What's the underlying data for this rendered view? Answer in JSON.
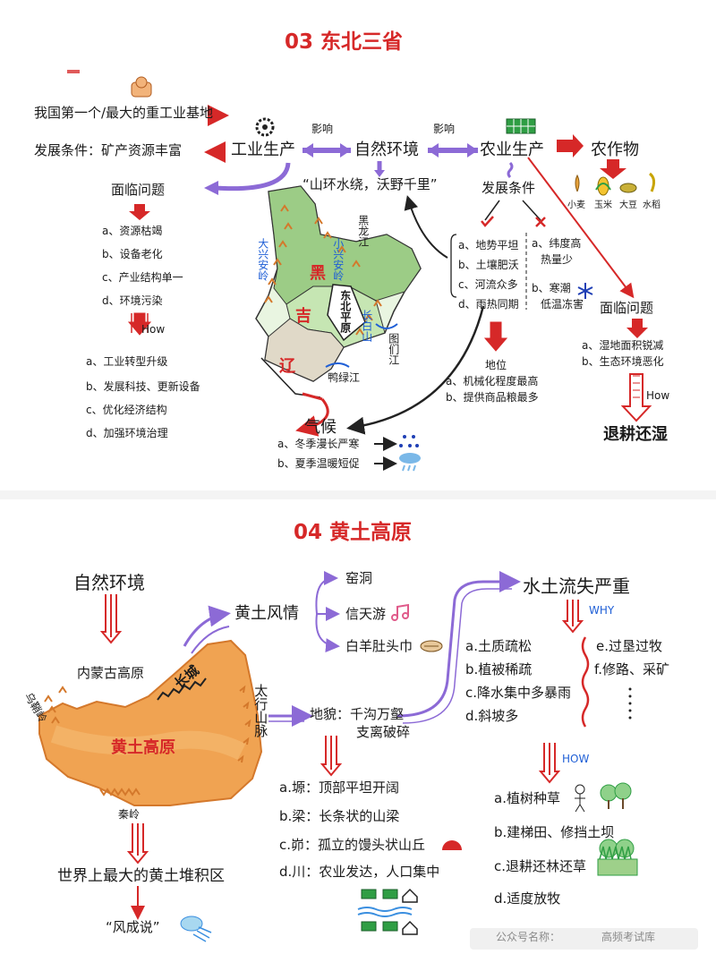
{
  "ne": {
    "title": "03 东北三省",
    "heavy_industry": "我国第一个/最大的重工业基地",
    "dev_condition": "发展条件：矿产资源丰富",
    "industry": "工业生产",
    "nature": "自然环境",
    "agriculture": "农业生产",
    "crops": "农作物",
    "influence_left": "影响",
    "influence_right": "影响",
    "slogan": "“山环水绕，沃野千里”",
    "crop_items": [
      "小麦",
      "玉米",
      "大豆",
      "水稻"
    ],
    "face_problems": "面临问题",
    "industry_problems": [
      "a、资源枯竭",
      "b、设备老化",
      "c、产业结构单一",
      "d、环境污染"
    ],
    "how1": "How",
    "industry_solutions": [
      "a、工业转型升级",
      "b、发展科技、更新设备",
      "c、优化经济结构",
      "d、加强环境治理"
    ],
    "dev_conditions": "发展条件",
    "advantages": [
      "a、地势平坦",
      "b、土壤肥沃",
      "c、河流众多",
      "d、雨热同期"
    ],
    "disadvantages_1": [
      "a、纬度高",
      "热量少"
    ],
    "disadvantages_2": [
      "b、寒潮",
      "低温冻害"
    ],
    "status": "地位",
    "status_items": [
      "a、机械化程度最高",
      "b、提供商品粮最多"
    ],
    "ag_problems": "面临问题",
    "ag_problem_items": [
      "a、湿地面积锐减",
      "b、生态环境恶化"
    ],
    "how2": "How",
    "solution": "退耕还湿",
    "climate": "气候",
    "climate_items": [
      "a、冬季漫长严寒",
      "b、夏季温暖短促"
    ],
    "map_labels": {
      "heilongjiang_river": "黑龙江",
      "xiaoxinganling": "小兴安岭",
      "daxinganling": "大兴安岭",
      "hei": "黑",
      "ji": "吉",
      "liao": "辽",
      "plain": "东北平原",
      "changbai": "长白山",
      "tumen": "图们江",
      "yalu": "鸭绿江"
    }
  },
  "lp": {
    "title": "04 黄土高原",
    "nature": "自然环境",
    "scenery": "黄土风情",
    "scenery_items": [
      "窑洞",
      "信天游",
      "白羊肚头巾"
    ],
    "landform": "地貌：千沟万壑",
    "landform_2": "支离破碎",
    "landform_items": [
      "a.塬：顶部平坦开阔",
      "b.梁：长条状的山梁",
      "c.峁：孤立的馒头状山丘",
      "d.川：农业发达，人口集中"
    ],
    "erosion": "水土流失严重",
    "why": "WHY",
    "natural_causes": [
      "a.土质疏松",
      "b.植被稀疏",
      "c.降水集中多暴雨",
      "d.斜坡多"
    ],
    "human_causes": [
      "e.过垦过牧",
      "f.修路、采矿"
    ],
    "how": "HOW",
    "measures": [
      "a.植树种草",
      "b.建梯田、修挡土坝",
      "c.退耕还林还草",
      "d.适度放牧"
    ],
    "map_labels": {
      "mongolia": "内蒙古高原",
      "wushaoling": "乌鞘岭",
      "greatwall": "长城",
      "taihang": "太行山脉",
      "loess": "黄土高原",
      "qinling": "秦岭"
    },
    "largest": "世界上最大的黄土堆积区",
    "theory": "“风成说”"
  },
  "footer": {
    "label": "公众号名称：",
    "name": "高频考试库"
  }
}
